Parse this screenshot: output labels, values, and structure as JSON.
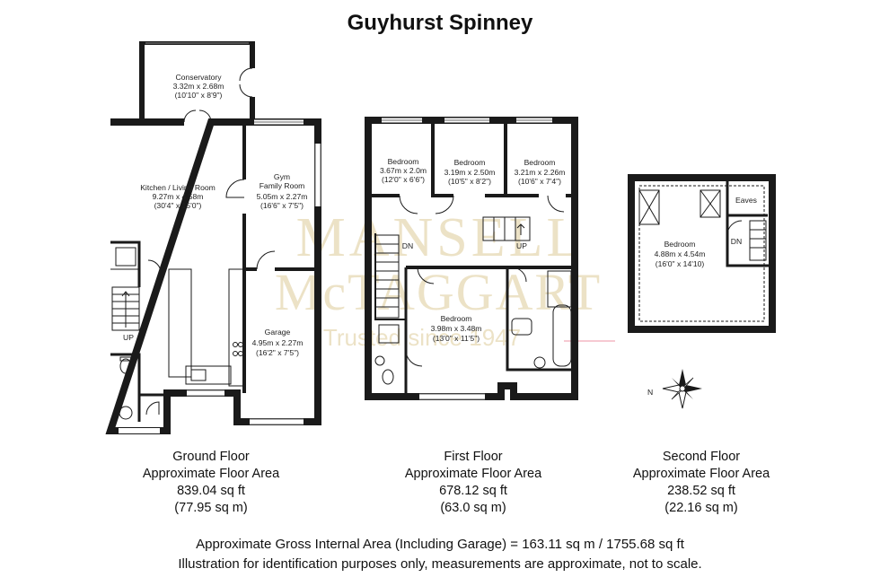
{
  "title": "Guyhurst Spinney",
  "watermark": {
    "line1": "MANSELL",
    "line2": "McTAGGART",
    "tagline": "Trusted since 1947"
  },
  "compass": {
    "north_label": "N"
  },
  "rooms": {
    "conservatory": {
      "name": "Conservatory",
      "metric": "3.32m x 2.68m",
      "imperial": "(10'10\" x 8'9\")"
    },
    "kitchen": {
      "name": "Kitchen / Living Room",
      "metric": "9.27m x 4.58m",
      "imperial": "(30'4\" x 15'0\")"
    },
    "gym": {
      "name": "Gym",
      "name2": "Family Room",
      "metric": "5.05m x 2.27m",
      "imperial": "(16'6\" x 7'5\")"
    },
    "garage": {
      "name": "Garage",
      "metric": "4.95m x 2.27m",
      "imperial": "(16'2\" x 7'5\")"
    },
    "bed1": {
      "name": "Bedroom",
      "metric": "3.67m x 2.0m",
      "imperial": "(12'0\" x 6'6\")"
    },
    "bed2": {
      "name": "Bedroom",
      "metric": "3.19m x 2.50m",
      "imperial": "(10'5\" x 8'2\")"
    },
    "bed3": {
      "name": "Bedroom",
      "metric": "3.21m x 2.26m",
      "imperial": "(10'6\" x 7'4\")"
    },
    "bed4": {
      "name": "Bedroom",
      "metric": "3.98m x 3.48m",
      "imperial": "(13'0\" x 11'5\")"
    },
    "bed5": {
      "name": "Bedroom",
      "metric": "4.88m x 4.54m",
      "imperial": "(16'0\" x 14'10)"
    },
    "eaves": {
      "name": "Eaves"
    }
  },
  "stair_labels": {
    "ground_up": "UP",
    "first_dn": "DN",
    "first_up": "UP",
    "second_dn": "DN"
  },
  "floors": [
    {
      "name": "Ground Floor",
      "label": "Approximate Floor Area",
      "sqft": "839.04 sq ft",
      "sqm": "(77.95 sq m)"
    },
    {
      "name": "First Floor",
      "label": "Approximate Floor Area",
      "sqft": "678.12 sq ft",
      "sqm": "(63.0 sq m)"
    },
    {
      "name": "Second Floor",
      "label": "Approximate Floor Area",
      "sqft": "238.52 sq ft",
      "sqm": "(22.16 sq m)"
    }
  ],
  "footer": {
    "line1": "Approximate Gross Internal Area (Including Garage) = 163.11 sq m / 1755.68 sq ft",
    "line2": "Illustration for identification purposes only, measurements are approximate, not to scale."
  },
  "colors": {
    "wall": "#1a1a1a",
    "watermark": "#e6d9b4",
    "watermark_line": "#f3b7c4",
    "background": "#ffffff"
  }
}
